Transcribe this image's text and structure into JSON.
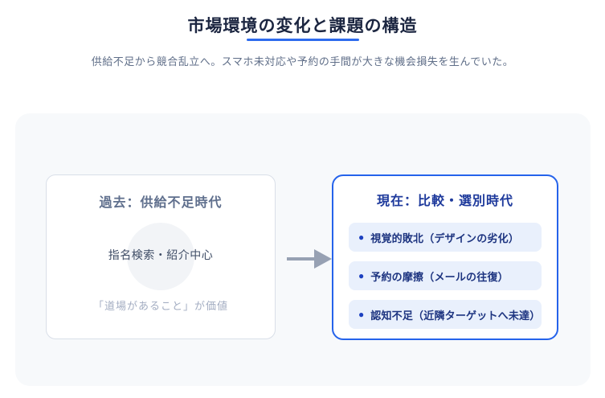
{
  "page": {
    "title": "市場環境の変化と課題の構造",
    "subtitle": "供給不足から競合乱立へ。スマホ未対応や予約の手間が大きな機会損失を生んでいた。"
  },
  "diagram": {
    "past_box": {
      "title": "過去：供給不足時代",
      "center_text": "指名検索・紹介中心",
      "caption": "「道場があること」が価値"
    },
    "arrow_icon": "right-arrow",
    "present_box": {
      "title": "現在：比較・選別時代",
      "items": [
        {
          "bullet": "●",
          "label": "視覚的敗北（デザインの劣化）"
        },
        {
          "bullet": "●",
          "label": "予約の摩擦（メールの往復）"
        },
        {
          "bullet": "●",
          "label": "認知不足（近隣ターゲットへ未達）"
        }
      ]
    }
  },
  "colors": {
    "accent_blue": "#2563eb",
    "underline_blue": "#2e6bee",
    "title_navy": "#1b2540",
    "subtitle_slate": "#5f6e88",
    "past_title_slate": "#5f6f8d",
    "caption_gray": "#a3adc2",
    "pill_bg": "#e9f0fc",
    "pill_text": "#1d3480",
    "pill_dot": "#1c40c0",
    "card_bg": "#f7f9fb",
    "arrow_gray": "#97a1b3"
  }
}
